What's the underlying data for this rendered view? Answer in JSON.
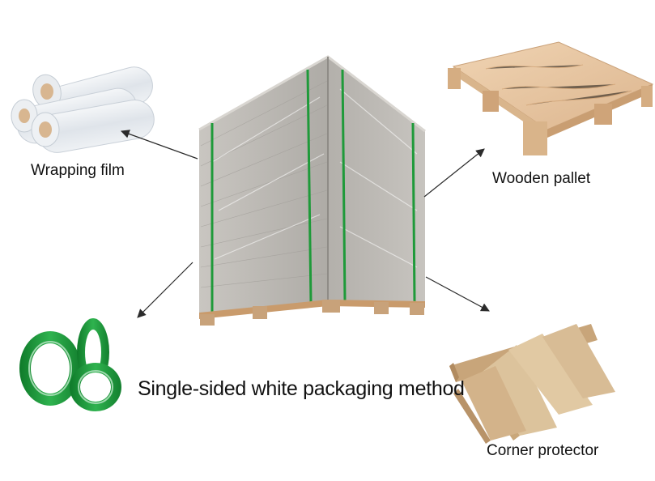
{
  "diagram": {
    "center_item": "paper-stack-on-pallet",
    "caption": "Single-sided white packaging method",
    "items": [
      {
        "id": "wrapping-film",
        "label": "Wrapping film",
        "icon": "film-rolls-icon"
      },
      {
        "id": "wooden-pallet",
        "label": "Wooden pallet",
        "icon": "pallet-icon"
      },
      {
        "id": "strapping-band",
        "label": "",
        "icon": "green-strap-rolls-icon"
      },
      {
        "id": "corner-protector",
        "label": "Corner protector",
        "icon": "corner-protector-icon"
      }
    ],
    "colors": {
      "arrow": "#2b2b2b",
      "cardboard": "#b9b6b1",
      "strap": "#1f9a3a",
      "wood": "#e8c9a4",
      "kraft": "#d6b488"
    }
  }
}
